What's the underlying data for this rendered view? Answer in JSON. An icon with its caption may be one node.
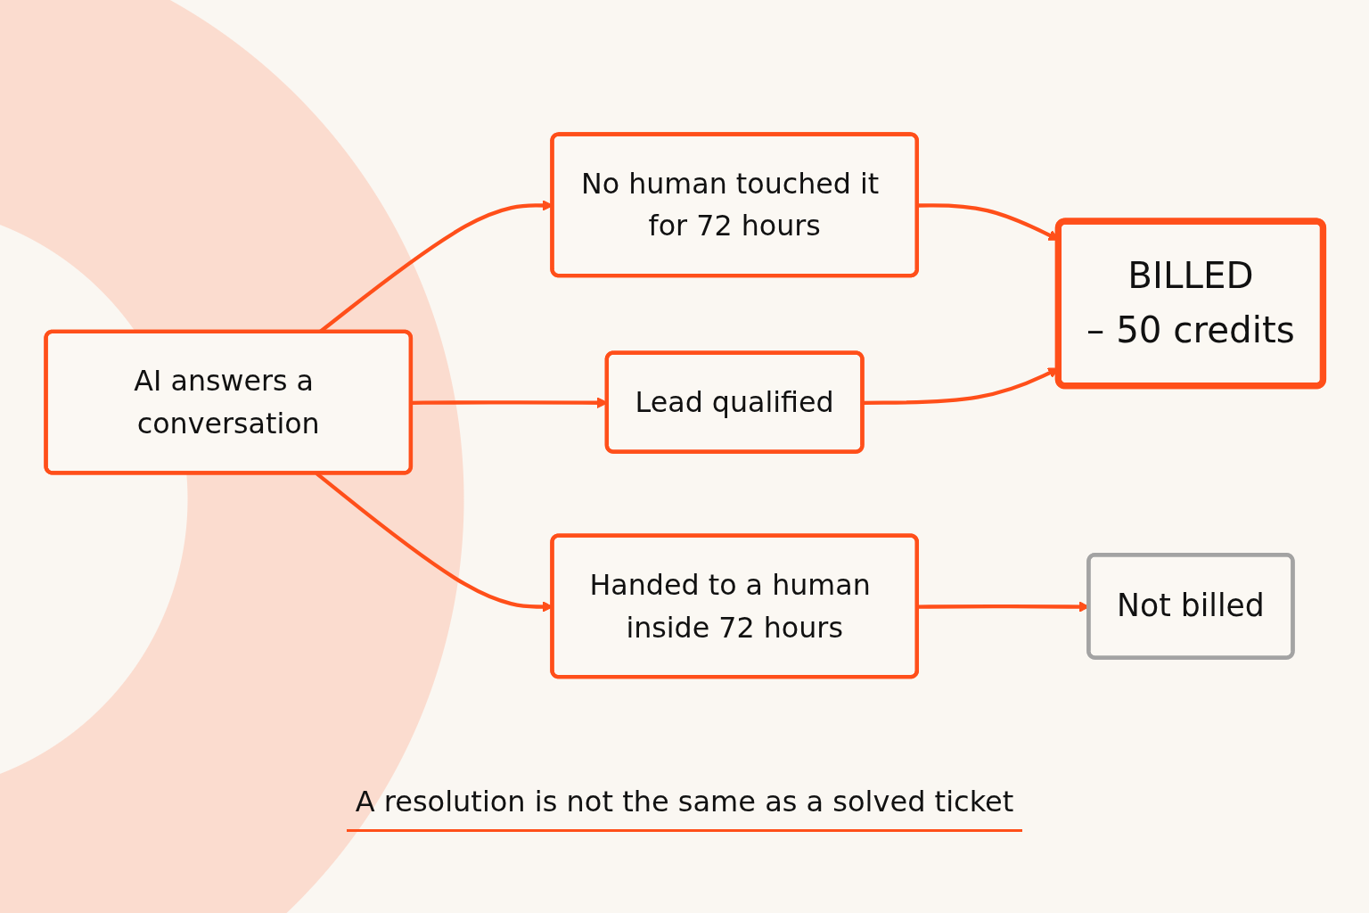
{
  "diagram": {
    "caption": "A resolution is not the same as a solved ticket",
    "nodes": [
      {
        "text": [
          "AI answers a conversation"
        ]
      },
      {
        "text": [
          "No human touched it for 72 hours"
        ]
      },
      {
        "text": [
          "Lead qualified"
        ]
      },
      {
        "text": [
          "Handed to a human inside 72 hours"
        ]
      },
      {
        "text": [
          "BILLED",
          "– 50 credits"
        ]
      },
      {
        "text": [
          "Not billed"
        ]
      }
    ],
    "edges": [
      {
        "from": 0,
        "to": 1,
        "arrow": "to"
      },
      {
        "from": 0,
        "to": 2,
        "arrow": "to"
      },
      {
        "from": 0,
        "to": 3,
        "arrow": "to"
      },
      {
        "from": 1,
        "to": 4,
        "arrow": "to"
      },
      {
        "from": 2,
        "to": 4,
        "arrow": "to"
      },
      {
        "from": 3,
        "to": 5,
        "arrow": "to"
      }
    ]
  }
}
